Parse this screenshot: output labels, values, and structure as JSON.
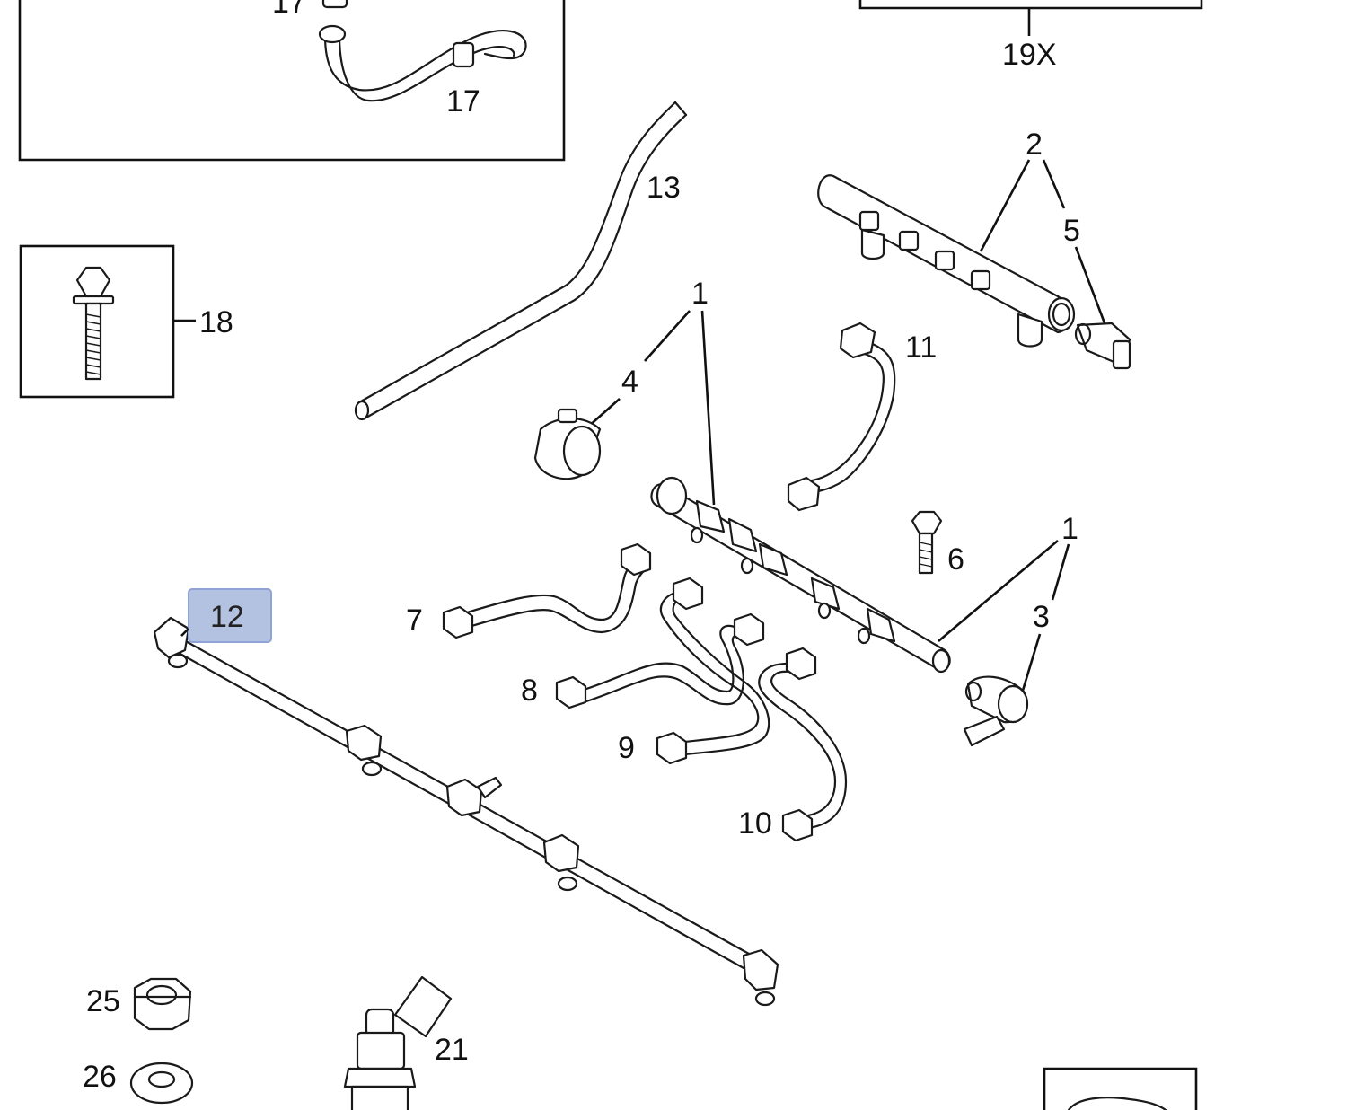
{
  "callouts": {
    "c17a": "17",
    "c17b": "17",
    "c19x": "19X",
    "c13": "13",
    "c2": "2",
    "c5": "5",
    "c18": "18",
    "c1a": "1",
    "c4": "4",
    "c11": "11",
    "c6": "6",
    "c1b": "1",
    "c3": "3",
    "c12": "12",
    "c7": "7",
    "c8": "8",
    "c9": "9",
    "c10": "10",
    "c25": "25",
    "c26": "26",
    "c21": "21"
  },
  "colors": {
    "highlight_fill": "#b3c2e0",
    "highlight_stroke": "#8fa3d6",
    "line": "#1a1a1a"
  }
}
